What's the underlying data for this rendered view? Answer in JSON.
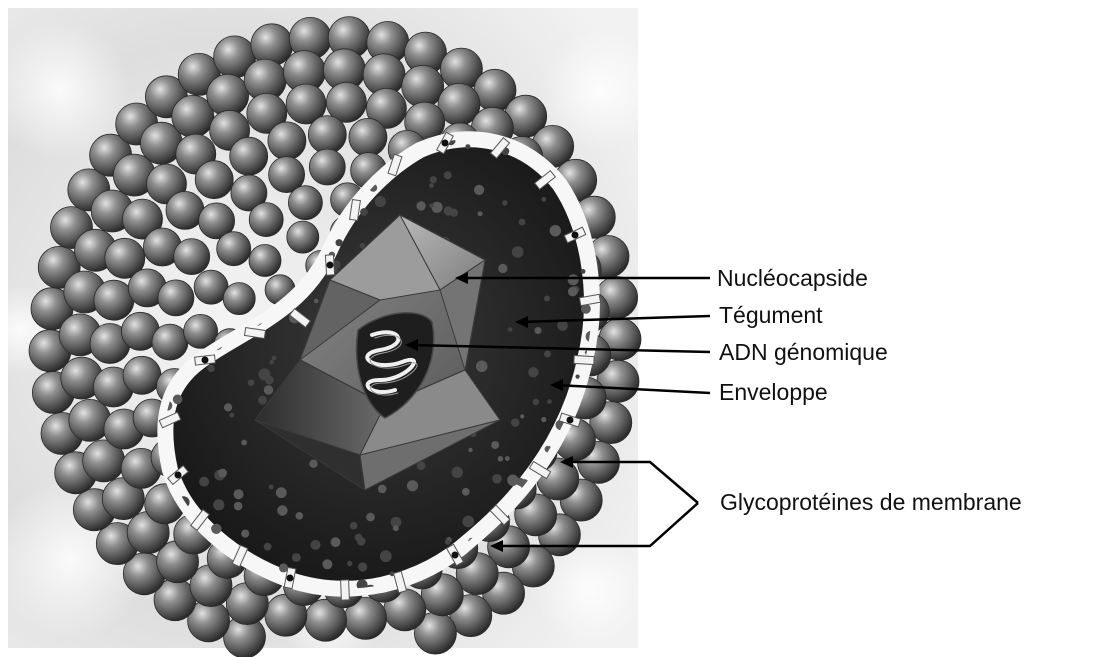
{
  "diagram": {
    "subject": "herpesvirus-virion-cutaway",
    "labels": {
      "nucleocapsid": "Nucléocapside",
      "tegument": "Tégument",
      "genomic_dna": "ADN génomique",
      "envelope": "Enveloppe",
      "glycoproteins": "Glycoprotéines de membrane"
    },
    "colors": {
      "background": "#e9e9e9",
      "sphere": "#7a7a7a",
      "membrane": "#f7f7f7",
      "interior": "#262626",
      "capsid": "#8a8a8a",
      "label_text": "#111111"
    }
  }
}
